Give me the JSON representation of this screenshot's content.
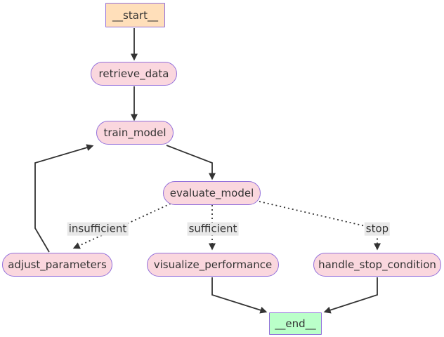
{
  "diagram": {
    "type": "flowchart",
    "background": "#ffffff",
    "colors": {
      "line": "#333333",
      "node_border": "#9370DB",
      "node_text": "#333333",
      "label_bg": "#e8e8e8",
      "label_text": "#333333",
      "start_fill": "#ffdfba",
      "default_fill": "#fad7de",
      "end_fill": "#baffc9"
    },
    "nodes": [
      {
        "id": "__start__",
        "label": "__start__",
        "shape": "rect",
        "fill": "#ffdfba",
        "stroke": "#9370DB"
      },
      {
        "id": "retrieve_data",
        "label": "retrieve_data",
        "shape": "stadium",
        "fill": "#fad7de",
        "stroke": "#9370DB"
      },
      {
        "id": "train_model",
        "label": "train_model",
        "shape": "stadium",
        "fill": "#fad7de",
        "stroke": "#9370DB"
      },
      {
        "id": "evaluate_model",
        "label": "evaluate_model",
        "shape": "stadium",
        "fill": "#fad7de",
        "stroke": "#9370DB"
      },
      {
        "id": "adjust_parameters",
        "label": "adjust_parameters",
        "shape": "stadium",
        "fill": "#fad7de",
        "stroke": "#9370DB"
      },
      {
        "id": "visualize_performance",
        "label": "visualize_performance",
        "shape": "stadium",
        "fill": "#fad7de",
        "stroke": "#9370DB"
      },
      {
        "id": "handle_stop_condition",
        "label": "handle_stop_condition",
        "shape": "stadium",
        "fill": "#fad7de",
        "stroke": "#9370DB"
      },
      {
        "id": "__end__",
        "label": "__end__",
        "shape": "rect",
        "fill": "#baffc9",
        "stroke": "#9370DB"
      }
    ],
    "edges": [
      {
        "from": "__start__",
        "to": "retrieve_data",
        "style": "solid",
        "label": ""
      },
      {
        "from": "retrieve_data",
        "to": "train_model",
        "style": "solid",
        "label": ""
      },
      {
        "from": "train_model",
        "to": "evaluate_model",
        "style": "solid",
        "label": ""
      },
      {
        "from": "evaluate_model",
        "to": "adjust_parameters",
        "style": "dotted",
        "label": "insufficient"
      },
      {
        "from": "evaluate_model",
        "to": "visualize_performance",
        "style": "dotted",
        "label": "sufficient"
      },
      {
        "from": "evaluate_model",
        "to": "handle_stop_condition",
        "style": "dotted",
        "label": "stop"
      },
      {
        "from": "adjust_parameters",
        "to": "train_model",
        "style": "solid",
        "label": ""
      },
      {
        "from": "visualize_performance",
        "to": "__end__",
        "style": "solid",
        "label": ""
      },
      {
        "from": "handle_stop_condition",
        "to": "__end__",
        "style": "solid",
        "label": ""
      }
    ]
  }
}
